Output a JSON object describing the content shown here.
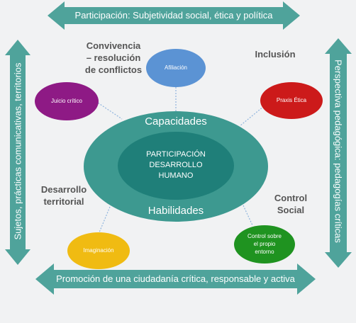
{
  "arrows": {
    "top": "Participación: Subjetividad social, ética y política",
    "bottom": "Promoción de una ciudadanía crítica, responsable y activa",
    "left": "Sujetos, prácticas comunicativas, territorios",
    "right": "Perspectiva pedagógica: pedagogías críticas"
  },
  "center": {
    "outer_top": "Capacidades",
    "outer_bottom": "Habilidades",
    "inner_line1": "PARTICIPACIÓN",
    "inner_line2": "DESARROLLO",
    "inner_line3": "HUMANO"
  },
  "nodes": {
    "afiliacion": "Afiliación",
    "juicio": "Juicio crítico",
    "praxis": "Praxis Ética",
    "imaginacion": "Imaginación",
    "control_line1": "Control sobre",
    "control_line2": "el propio",
    "control_line3": "entorno"
  },
  "categories": {
    "convivencia_line1": "Convivencia",
    "convivencia_line2": "– resolución",
    "convivencia_line3": "de conflictos",
    "inclusion": "Inclusión",
    "desarrollo_line1": "Desarrollo",
    "desarrollo_line2": "territorial",
    "control_line1": "Control",
    "control_line2": "Social"
  },
  "colors": {
    "arrow": "#4fa39b",
    "outer_ellipse": "#3d9990",
    "inner_ellipse": "#1f7f79",
    "afiliacion": "#5b93d4",
    "juicio": "#8e1a85",
    "praxis": "#cc1a1a",
    "imaginacion": "#f0bb12",
    "control": "#1f9320"
  }
}
